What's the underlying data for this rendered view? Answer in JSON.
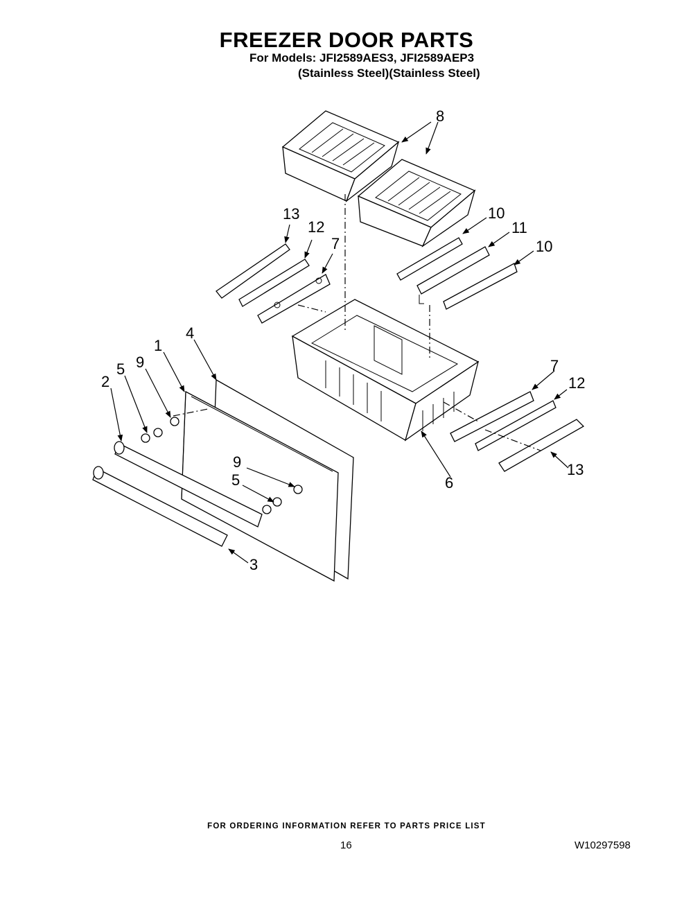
{
  "header": {
    "title": "FREEZER DOOR PARTS",
    "models_line": "For Models: JFI2589AES3, JFI2589AEP3",
    "finish_line": "(Stainless Steel)(Stainless Steel)"
  },
  "callouts": [
    "8",
    "13",
    "12",
    "7",
    "10",
    "11",
    "10",
    "4",
    "1",
    "2",
    "5",
    "9",
    "7",
    "12",
    "6",
    "9",
    "5",
    "13",
    "3"
  ],
  "footer": {
    "ordering_note": "FOR ORDERING INFORMATION REFER TO PARTS PRICE LIST",
    "page_number": "16",
    "document_number": "W10297598"
  }
}
